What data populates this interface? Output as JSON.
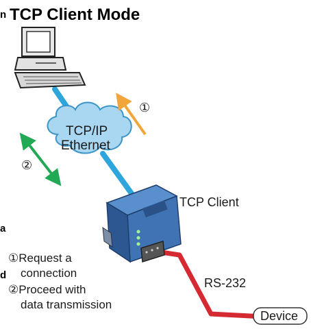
{
  "title": "TCP Client Mode",
  "cloud_label_line1": "TCP/IP",
  "cloud_label_line2": "Ethernet",
  "step_marker_1": "①",
  "step_marker_2": "②",
  "client_label": "TCP Client",
  "link_label": "RS-232",
  "device_label": "Device",
  "steps": [
    "①Request a",
    "connection",
    "②Proceed with",
    "data transmission"
  ],
  "edge_fragments": [
    "n",
    "a",
    "d"
  ],
  "colors": {
    "ethernet_link": "#2ea6dc",
    "serial_link": "#d62a33",
    "request_arrow": "#f1a53a",
    "data_arrow": "#22a955",
    "cloud_fill": "#a9d6f0",
    "cloud_stroke": "#3b95c8",
    "device_body": "#3f73b4"
  },
  "icons": [
    "computer-icon",
    "cloud-icon",
    "serial-device-server-icon"
  ]
}
